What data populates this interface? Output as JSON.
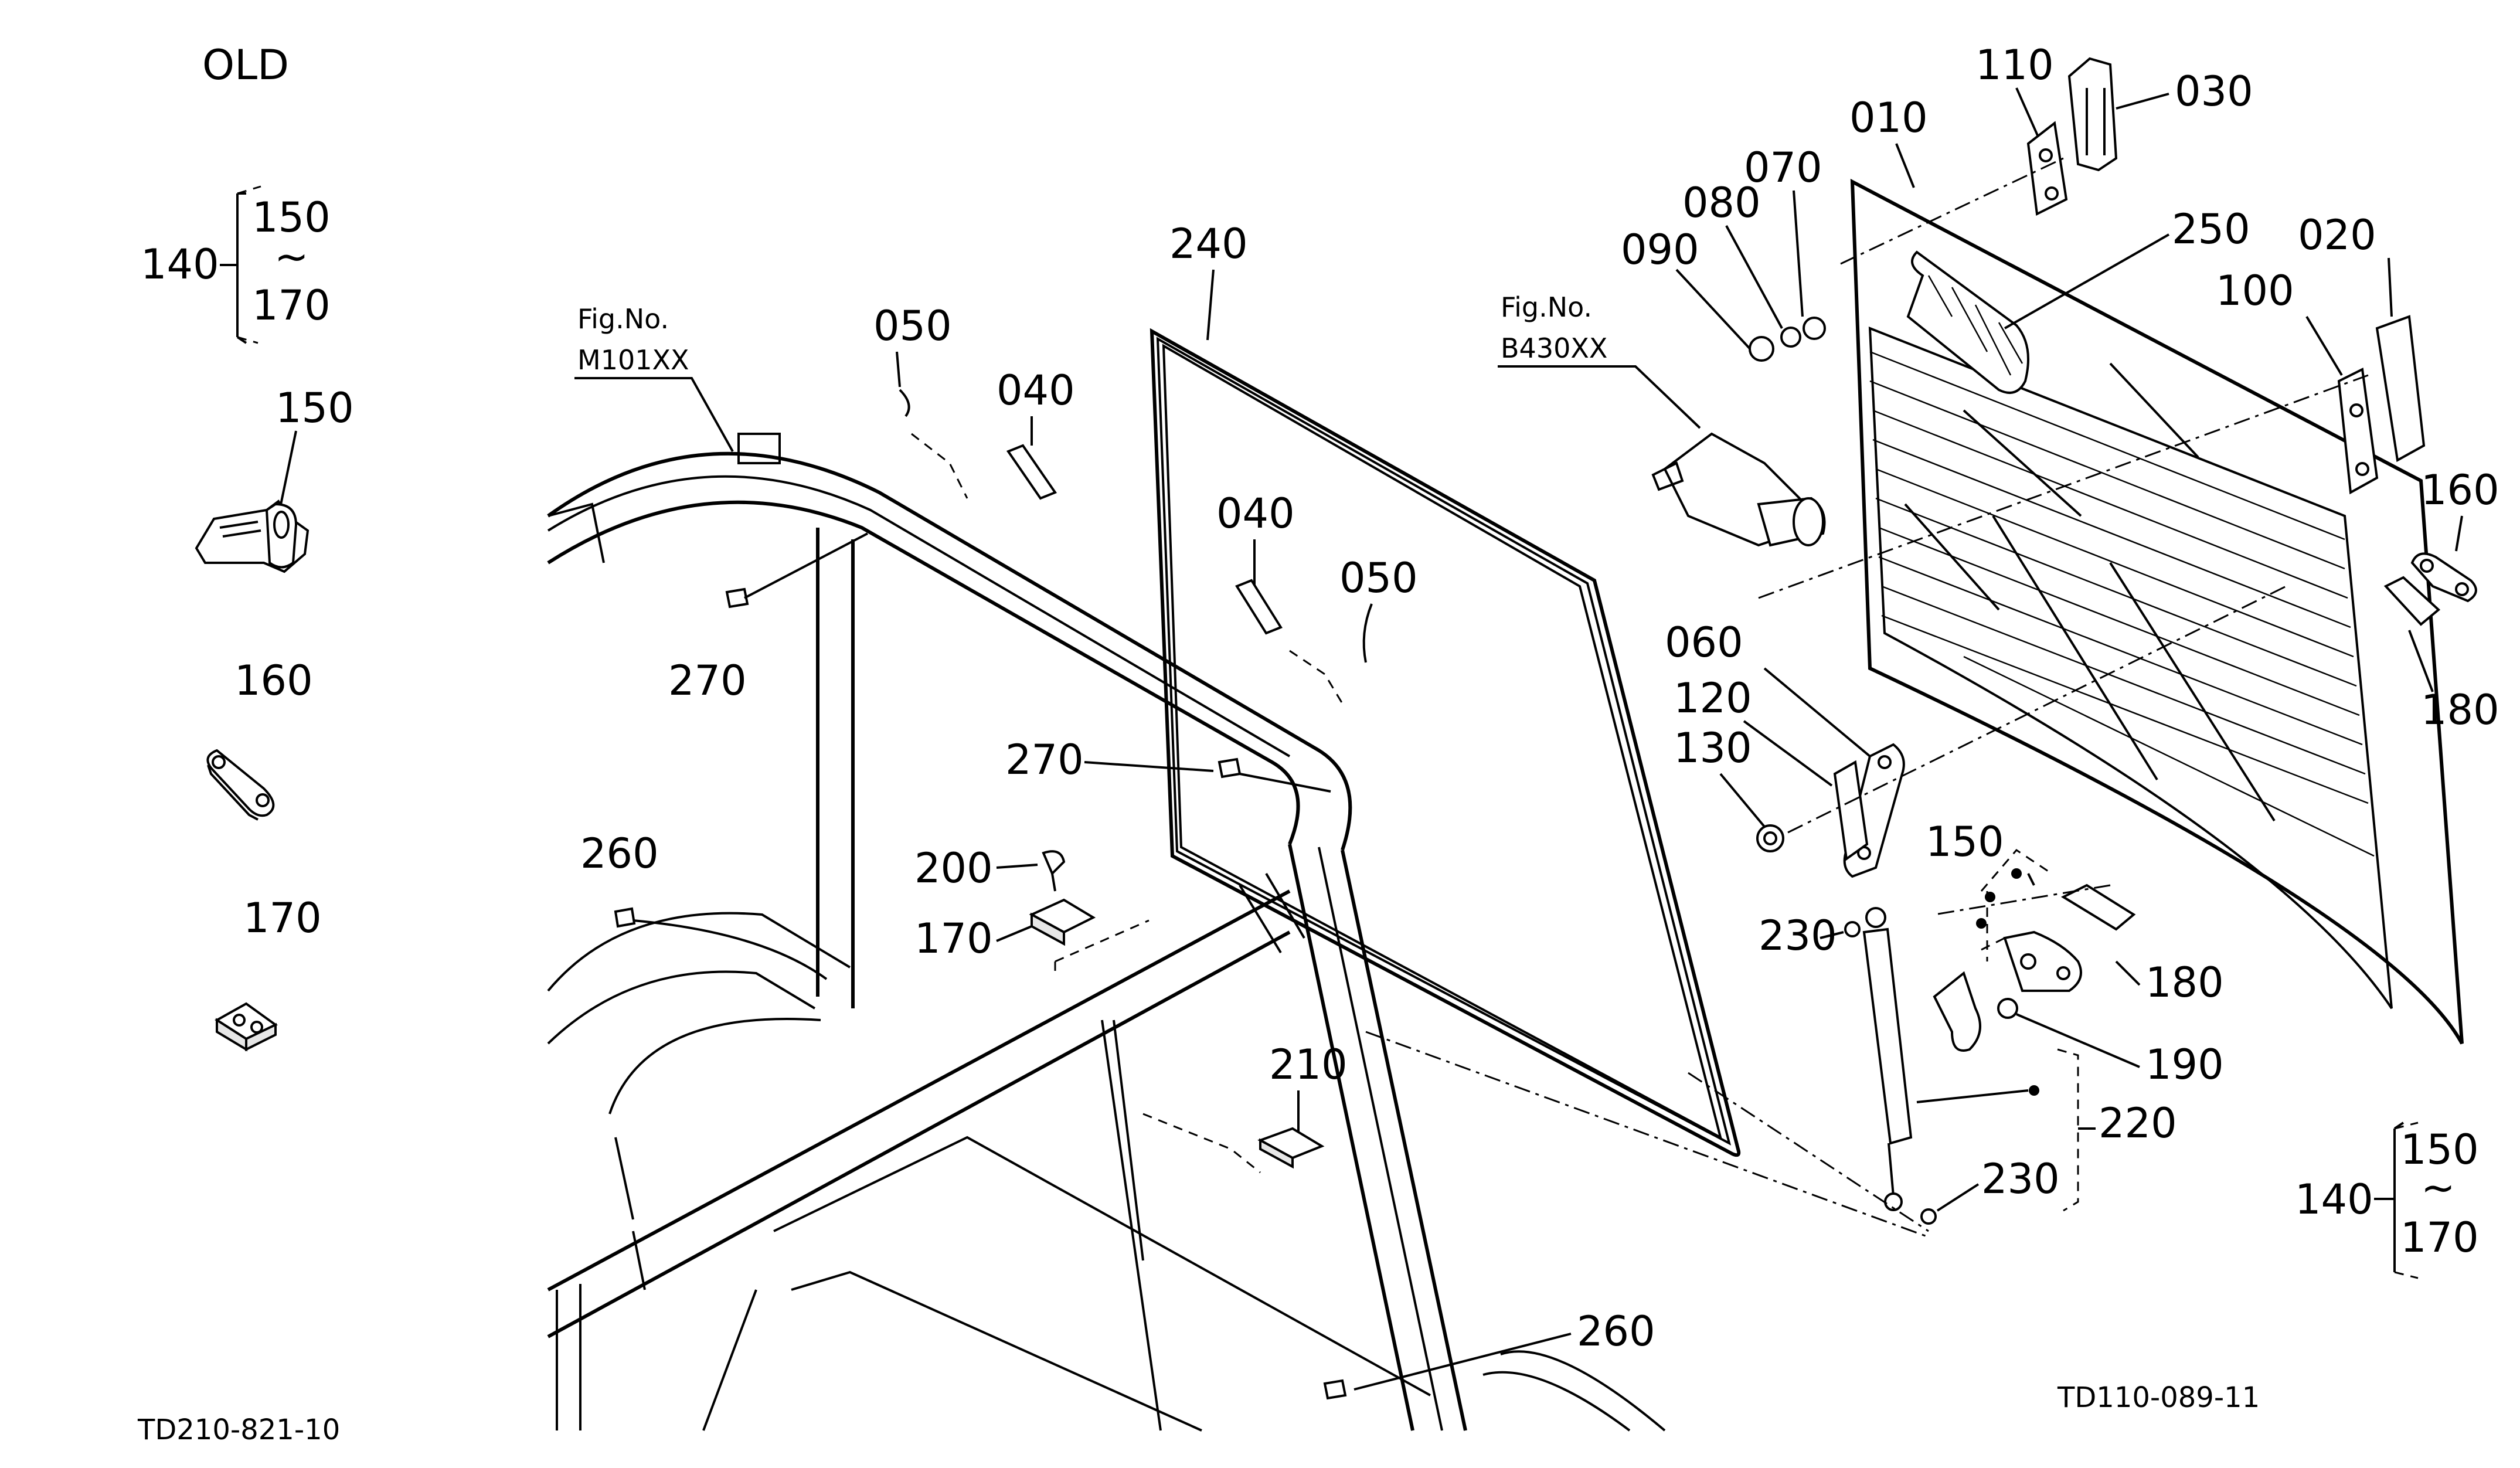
{
  "header": {
    "title": "OLD"
  },
  "codes": {
    "left": "TD210-821-10",
    "right": "TD110-089-11"
  },
  "refs": {
    "frame": {
      "prefix": "Fig.No.",
      "code": "M101XX"
    },
    "motor": {
      "prefix": "Fig.No.",
      "code": "B430XX"
    }
  },
  "legend_left": {
    "parent": "140",
    "from": "150",
    "tilde": "~",
    "to": "170"
  },
  "legend_right": {
    "parent": "140",
    "from": "150",
    "tilde": "~",
    "to": "170"
  },
  "left_parts": {
    "p150": "150",
    "p160": "160",
    "p170": "170"
  },
  "callouts": {
    "c010": "010",
    "c020": "020",
    "c030": "030",
    "c040a": "040",
    "c040b": "040",
    "c050a": "050",
    "c050b": "050",
    "c060": "060",
    "c070": "070",
    "c080": "080",
    "c090": "090",
    "c100": "100",
    "c110": "110",
    "c120": "120",
    "c130": "130",
    "c150": "150",
    "c160": "160",
    "c170": "170",
    "c180a": "180",
    "c180b": "180",
    "c190": "190",
    "c200": "200",
    "c210": "210",
    "c220": "220",
    "c230a": "230",
    "c230b": "230",
    "c240": "240",
    "c250": "250",
    "c260a": "260",
    "c260b": "260",
    "c270a": "270",
    "c270b": "270"
  }
}
